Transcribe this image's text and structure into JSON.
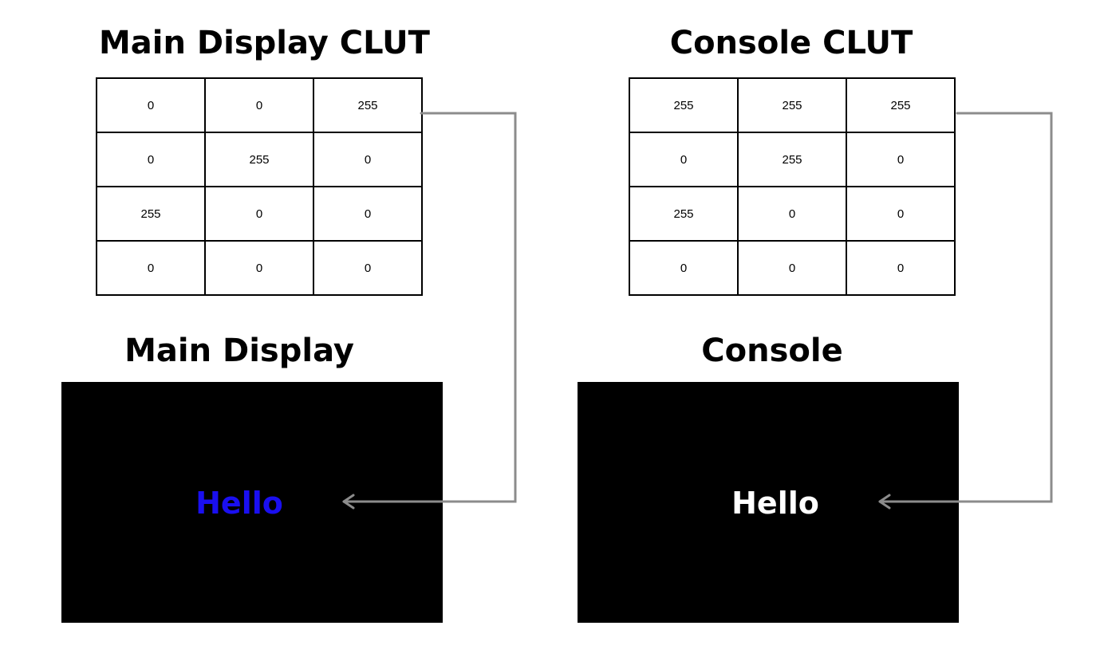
{
  "main": {
    "clut_title": "Main Display CLUT",
    "clut_rows": [
      [
        "0",
        "0",
        "255"
      ],
      [
        "0",
        "255",
        "0"
      ],
      [
        "255",
        "0",
        "0"
      ],
      [
        "0",
        "0",
        "0"
      ]
    ],
    "display_title": "Main Display",
    "display_text": "Hello",
    "text_color": "#1a0ff0"
  },
  "console": {
    "clut_title": "Console CLUT",
    "clut_rows": [
      [
        "255",
        "255",
        "255"
      ],
      [
        "0",
        "255",
        "0"
      ],
      [
        "255",
        "0",
        "0"
      ],
      [
        "0",
        "0",
        "0"
      ]
    ],
    "display_title": "Console",
    "display_text": "Hello",
    "text_color": "#ffffff"
  },
  "connector_color": "#8c8c8c"
}
